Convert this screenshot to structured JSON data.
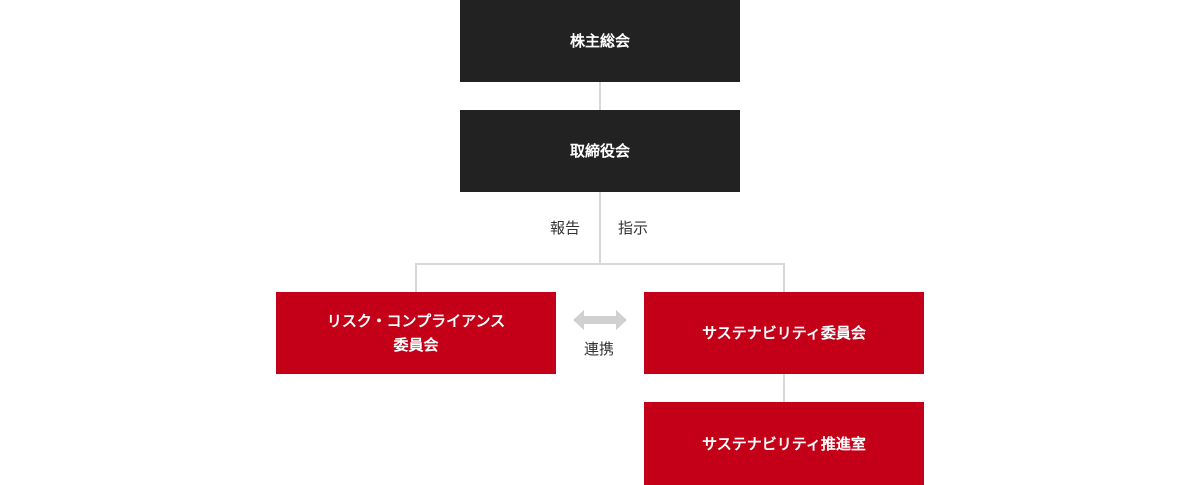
{
  "nodes": {
    "shareholders_meeting": "株主総会",
    "board_of_directors": "取締役会",
    "risk_compliance_committee": [
      "リスク・コンプライアンス",
      "委員会"
    ],
    "sustainability_committee": "サステナビリティ委員会",
    "sustainability_office": "サステナビリティ推進室"
  },
  "edge_labels": {
    "report": "報告",
    "instruction": "指示",
    "collaboration": "連携"
  },
  "colors": {
    "dark_box": "#222222",
    "red_box": "#c30018",
    "connector": "#d8d8d8",
    "arrow": "#d0d0d0",
    "label_text": "#333333"
  }
}
